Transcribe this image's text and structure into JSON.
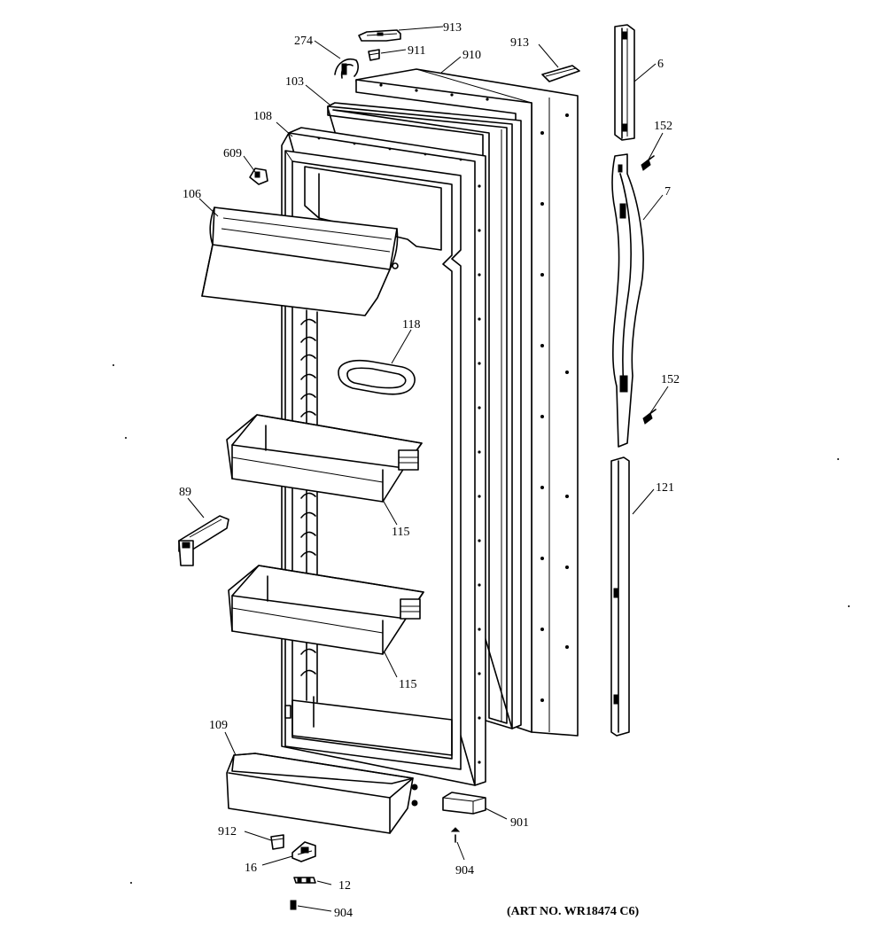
{
  "callouts": {
    "p913a": "913",
    "p274": "274",
    "p911": "911",
    "p910": "910",
    "p913b": "913",
    "p6": "6",
    "p103": "103",
    "p108": "108",
    "p152a": "152",
    "p609": "609",
    "p7": "7",
    "p106": "106",
    "p118": "118",
    "p152b": "152",
    "p121": "121",
    "p89": "89",
    "p115a": "115",
    "p115b": "115",
    "p109": "109",
    "p901": "901",
    "p912": "912",
    "p16": "16",
    "p904a": "904",
    "p12": "12",
    "p904b": "904"
  },
  "art_number": "(ART NO. WR18474 C6)"
}
